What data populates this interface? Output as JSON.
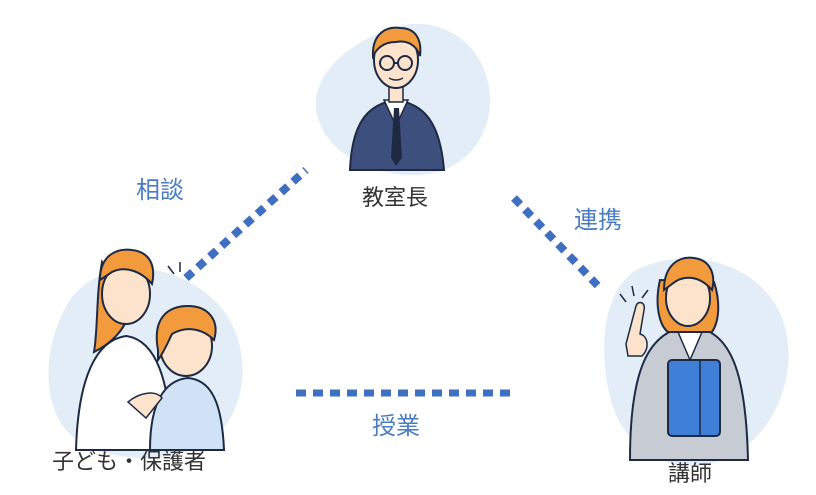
{
  "roles": {
    "principal": "教室長",
    "family": "子ども・保護者",
    "teacher": "講師"
  },
  "relations": {
    "consult": "相談",
    "cooperate": "連携",
    "lesson": "授業"
  },
  "colors": {
    "accent_text": "#4a7cc2",
    "dotted_line": "#3f6fc0",
    "blob": "#e3edf8",
    "label_text": "#333333",
    "suit_navy": "#3d4f7d",
    "hair_orange": "#f29a3c",
    "skin": "#fde3cc",
    "folder_blue": "#3f7fd8"
  }
}
